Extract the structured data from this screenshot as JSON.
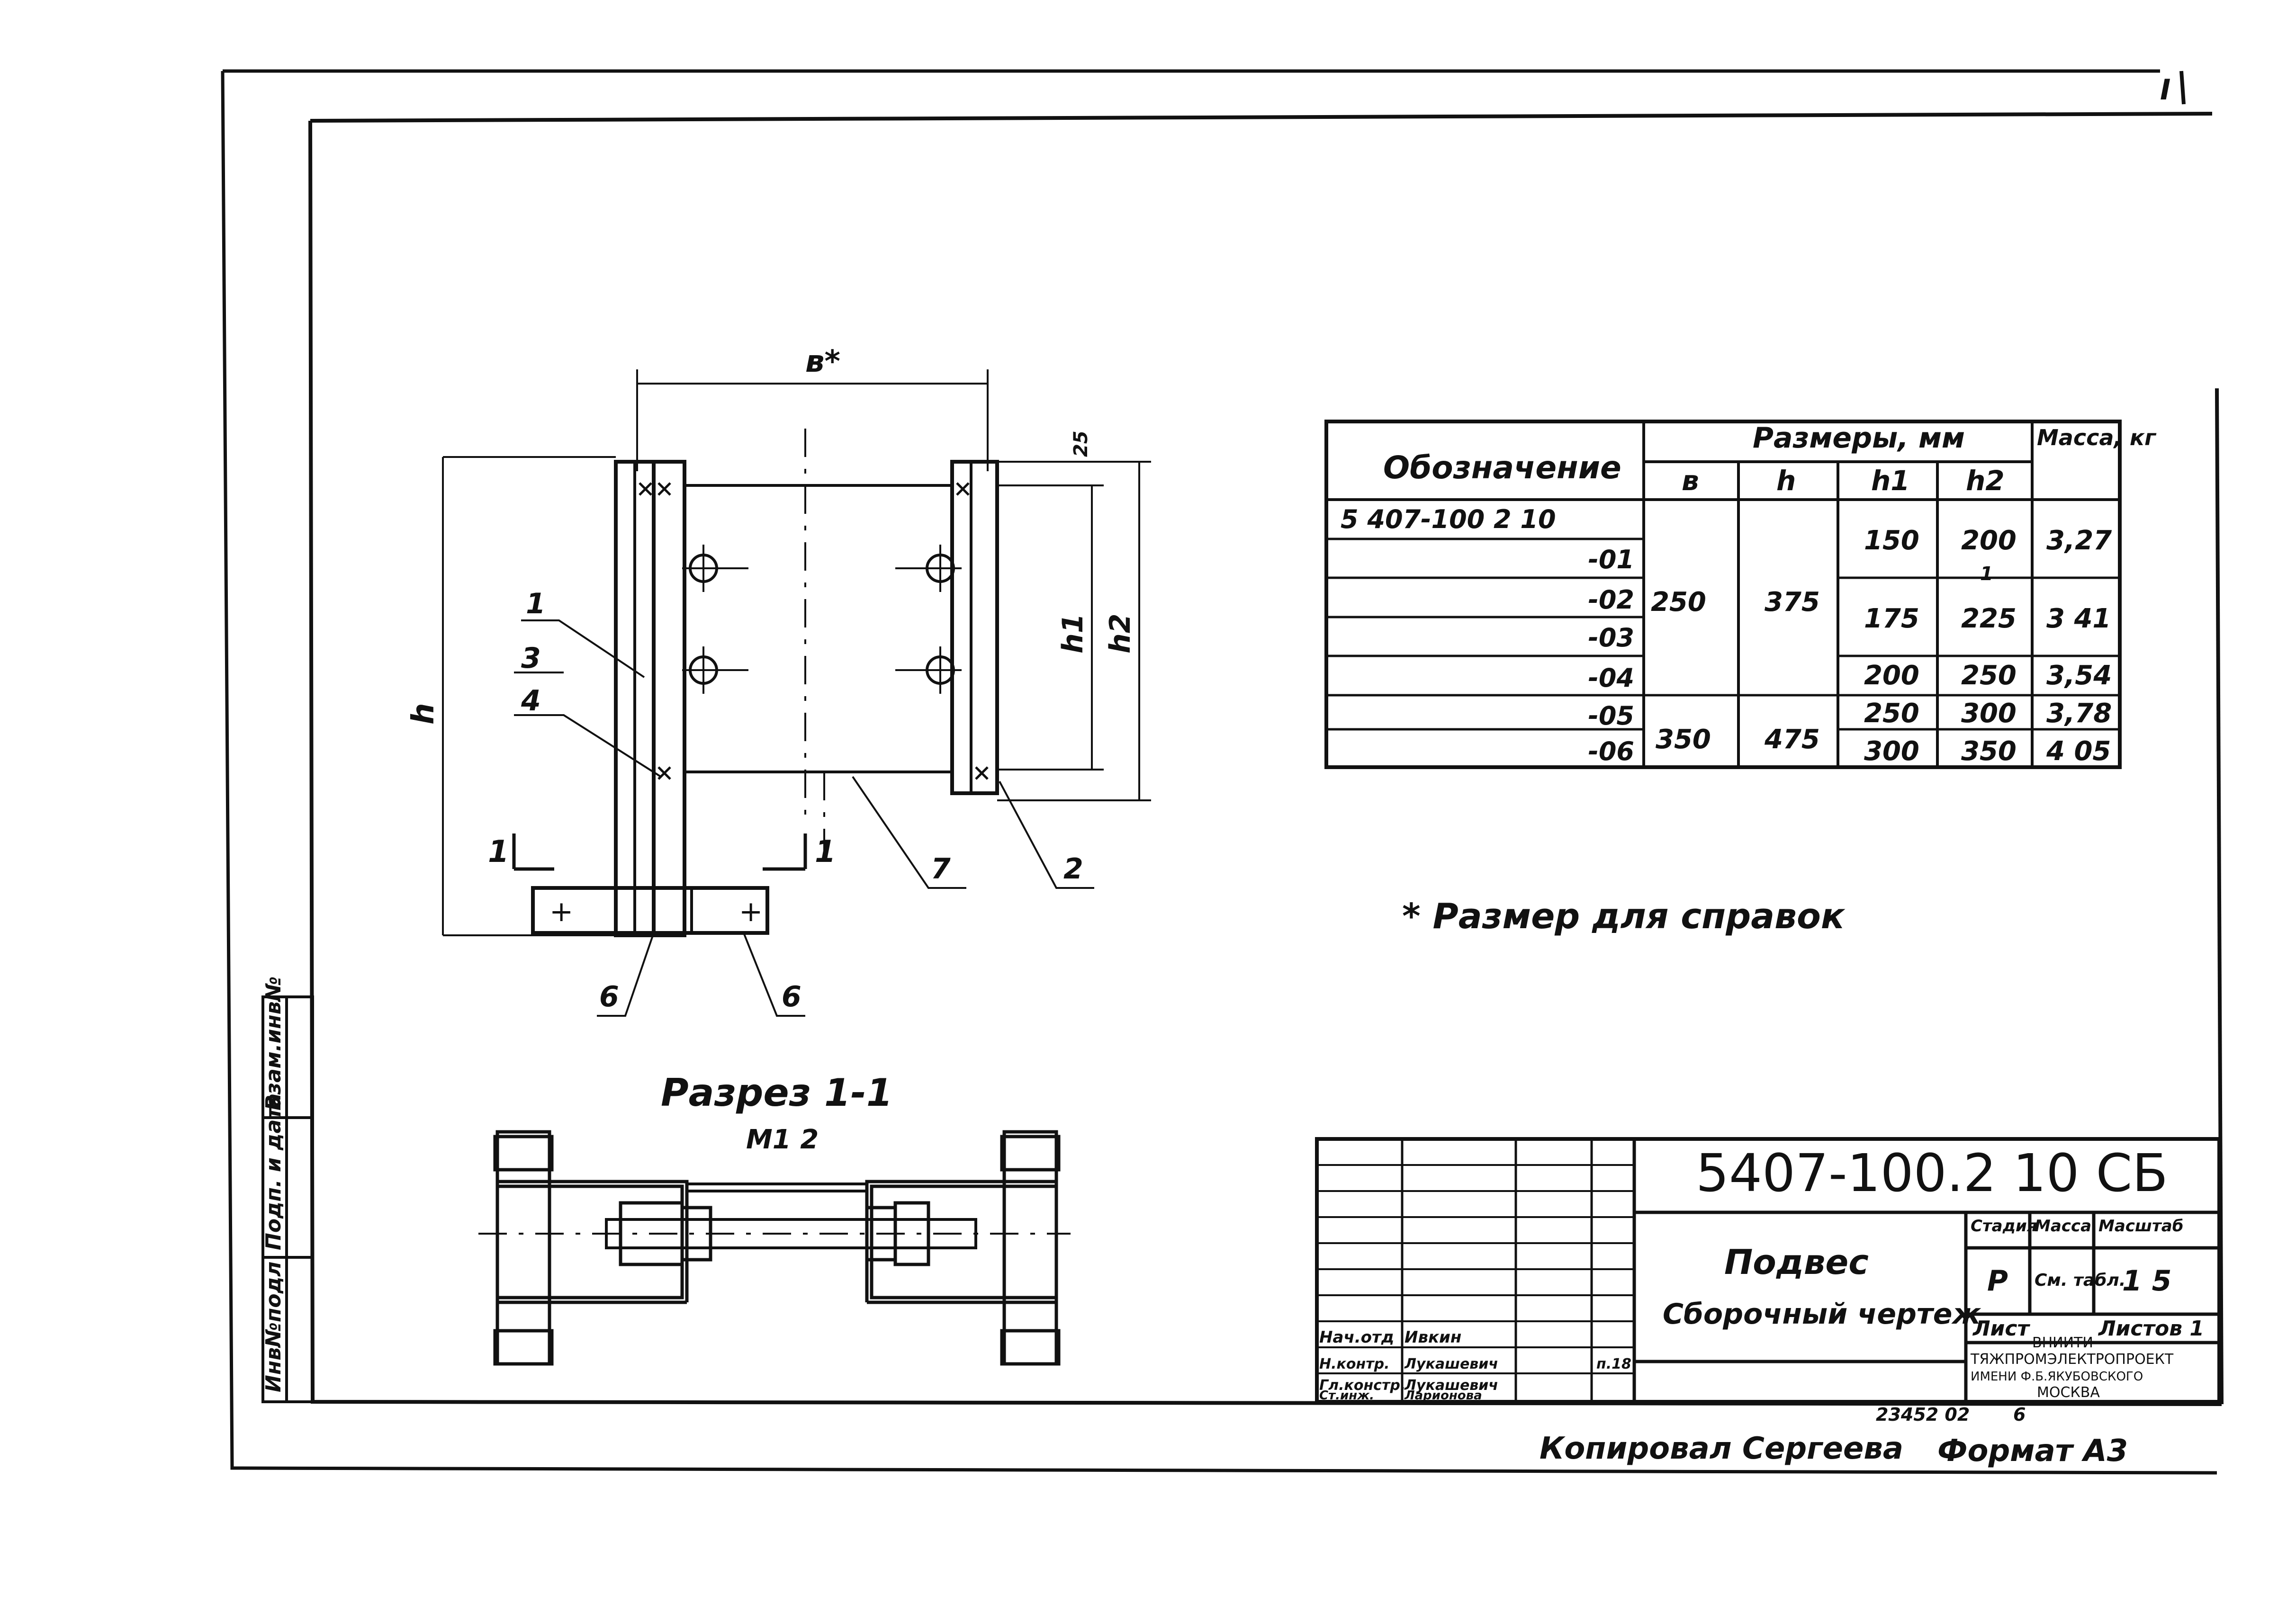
{
  "drawing": {
    "top_right_mark": "I",
    "views": {
      "main_view": {
        "dimensions": {
          "b": "в*",
          "h": "h",
          "h1": "h1",
          "h2": "h2",
          "offset": "25"
        },
        "callouts": [
          "1",
          "3",
          "4",
          "7",
          "2",
          "6",
          "6"
        ],
        "section_marks": [
          "1",
          "1"
        ]
      },
      "section_view": {
        "title": "Разрез 1-1",
        "scale": "М1 2"
      }
    },
    "spec_table": {
      "header": {
        "designation": "Обозначение",
        "sizes": "Размеры, мм",
        "mass": "Масса, кг",
        "sub": [
          "в",
          "h",
          "h1",
          "h2"
        ]
      },
      "rows": [
        {
          "designation": "5 407-100 2 10"
        },
        {
          "designation": "-01"
        },
        {
          "designation": "-02"
        },
        {
          "designation": "-03"
        },
        {
          "designation": "-04"
        },
        {
          "designation": "-05"
        },
        {
          "designation": "-06"
        }
      ],
      "values": {
        "b_1": "250",
        "h_1": "375",
        "b_2": "350",
        "h_2": "475",
        "h1": [
          "150",
          "175",
          "200",
          "250",
          "300"
        ],
        "h2": [
          "200",
          "225",
          "250",
          "300",
          "350"
        ],
        "h2_note": "1",
        "mass": [
          "3,27",
          "3 41",
          "3,54",
          "3,78",
          "4 05"
        ]
      }
    },
    "note": "* Размер для справок",
    "side_stamp": [
      "Инв№подл",
      "Подп. и дата",
      "Взам.инв№"
    ]
  },
  "title_block": {
    "code": "5407-100.2 10 СБ",
    "title": "Подвес",
    "subtitle": "Сборочный чертеж",
    "headers": {
      "stage": "Стадия",
      "mass": "Масса",
      "scale": "Масштаб"
    },
    "values": {
      "stage": "Р",
      "mass": "См. табл.",
      "scale": "1 5"
    },
    "sheet": {
      "sheet": "Лист",
      "sheets": "Листов 1"
    },
    "org": [
      "ВНИИТИ",
      "ТЯЖПРОМЭЛЕКТРОПРОЕКТ",
      "ИМЕНИ Ф.Б.ЯКУБОВСКОГО",
      "МОСКВА"
    ],
    "signatures": [
      {
        "role": "Нач.отд",
        "name": "Ивкин"
      },
      {
        "role": "Н.контр.",
        "name": "Лукашевич"
      },
      {
        "role": "Гл.констр.",
        "name": "Лукашевич"
      },
      {
        "role": "Ст.инж.",
        "name": "Ларионова"
      }
    ],
    "date_mark": "п.18"
  },
  "footer": {
    "order_number": "23452 02",
    "order_suffix": "6",
    "copied_by": "Копировал Сергеева",
    "format": "Формат А3"
  }
}
